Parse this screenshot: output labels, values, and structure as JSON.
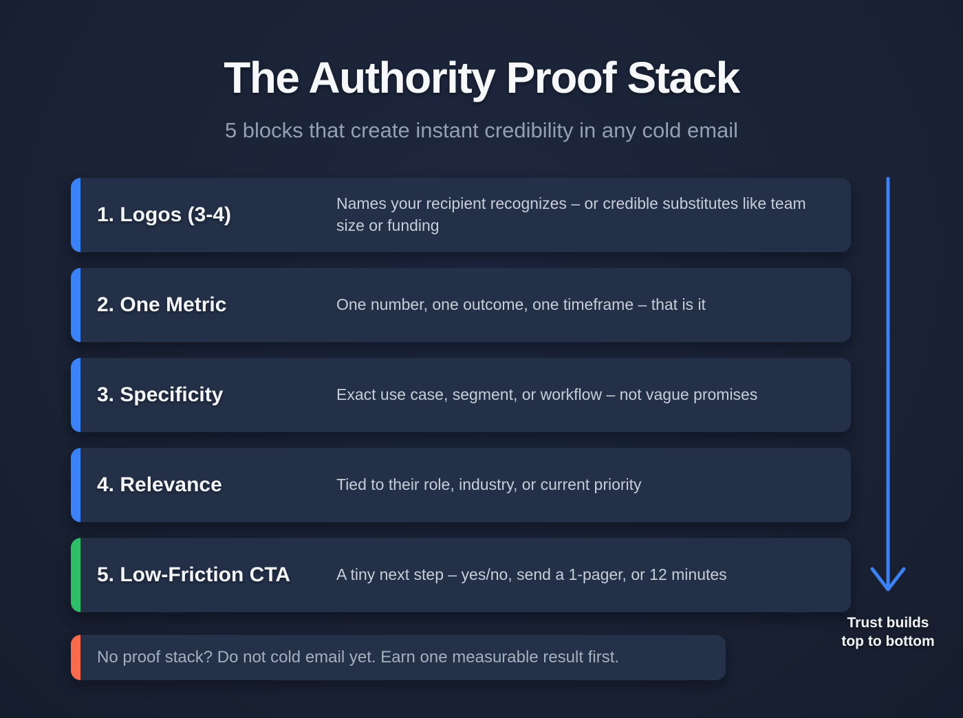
{
  "title": "The Authority Proof Stack",
  "subtitle": "5 blocks that create instant credibility in any cold email",
  "colors": {
    "background": "#1a2234",
    "card": "#243048",
    "accent_blue": "#3b82f6",
    "accent_green": "#2fbe68",
    "accent_orange": "#fa6a4d",
    "arrow_blue": "#3b82f6"
  },
  "rows": [
    {
      "title": "1. Logos (3-4)",
      "description": "Names your recipient recognizes – or credible substitutes like team size or funding",
      "accent": "#3b82f6"
    },
    {
      "title": "2. One Metric",
      "description": "One number, one outcome, one timeframe – that is it",
      "accent": "#3b82f6"
    },
    {
      "title": "3. Specificity",
      "description": "Exact use case, segment, or workflow – not vague promises",
      "accent": "#3b82f6"
    },
    {
      "title": "4. Relevance",
      "description": "Tied to their role, industry, or current priority",
      "accent": "#3b82f6"
    },
    {
      "title": "5. Low-Friction CTA",
      "description": "A tiny next step – yes/no, send a 1-pager, or 12 minutes",
      "accent": "#2fbe68"
    }
  ],
  "note": {
    "text": "No proof stack? Do not cold email yet. Earn one measurable result first.",
    "accent": "#fa6a4d"
  },
  "arrow_label": {
    "line1": "Trust builds",
    "line2": "top to bottom"
  }
}
